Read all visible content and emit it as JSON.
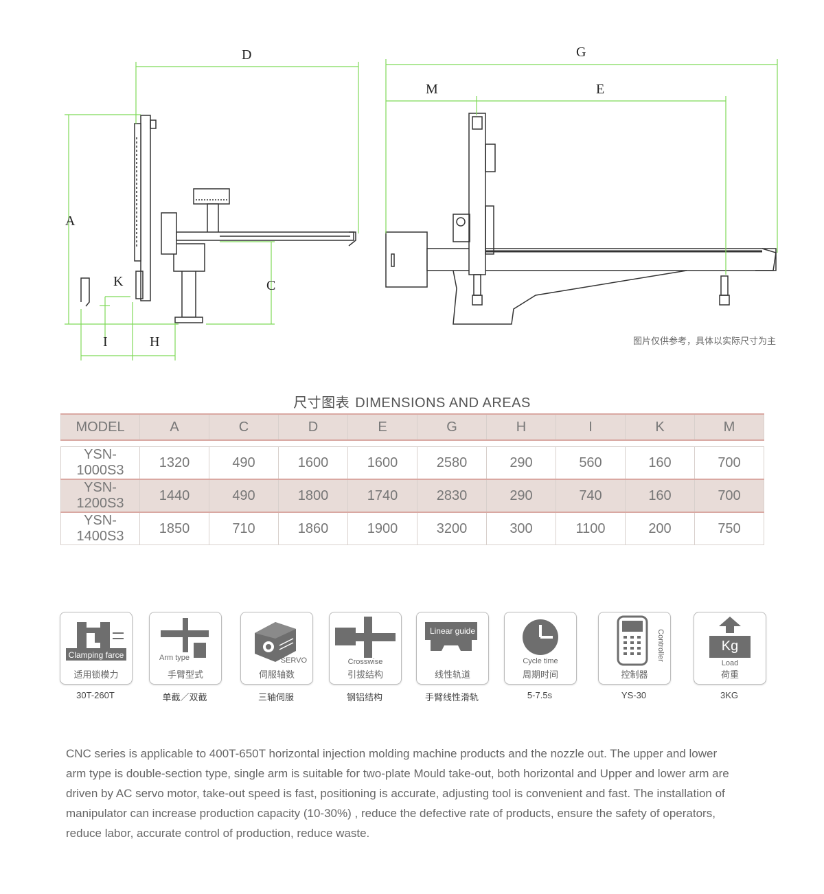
{
  "diagram": {
    "labels": {
      "A": "A",
      "C": "C",
      "D": "D",
      "E": "E",
      "G": "G",
      "H": "H",
      "I": "I",
      "K": "K",
      "M": "M"
    },
    "note": "图片仅供参考，具体以实际尺寸为主"
  },
  "table": {
    "title_zh": "尺寸图表",
    "title_en": "DIMENSIONS AND AREAS",
    "headers": [
      "MODEL",
      "A",
      "C",
      "D",
      "E",
      "G",
      "H",
      "I",
      "K",
      "M"
    ],
    "rows": [
      [
        "YSN-1000S3",
        "1320",
        "490",
        "1600",
        "1600",
        "2580",
        "290",
        "560",
        "160",
        "700"
      ],
      [
        "YSN-1200S3",
        "1440",
        "490",
        "1800",
        "1740",
        "2830",
        "290",
        "740",
        "160",
        "700"
      ],
      [
        "YSN-1400S3",
        "1850",
        "710",
        "1860",
        "1900",
        "3200",
        "300",
        "1100",
        "200",
        "750"
      ]
    ]
  },
  "features": [
    {
      "icon": "clamping-force-icon",
      "en": "Clamping farce",
      "zh": "适用锁模力",
      "value": "30T-260T"
    },
    {
      "icon": "arm-type-icon",
      "en": "Arm type",
      "zh": "手臂型式",
      "value": "单截／双截"
    },
    {
      "icon": "servo-motor-icon",
      "en": "SERVO",
      "zh": "伺服轴数",
      "value": "三轴伺服"
    },
    {
      "icon": "crosswise-icon",
      "en": "Crosswise",
      "zh": "引拔结构",
      "value": "钢铝结构"
    },
    {
      "icon": "linear-guide-icon",
      "en": "Linear guide",
      "zh": "线性轨道",
      "value": "手臂线性滑轨"
    },
    {
      "icon": "clock-icon",
      "en": "Cycle time",
      "zh": "周期时间",
      "value": "5-7.5s"
    },
    {
      "icon": "controller-icon",
      "en": "Controller",
      "zh": "控制器",
      "value": "YS-30"
    },
    {
      "icon": "load-weight-icon",
      "en": "Load",
      "zh": "荷重",
      "kg": "Kg",
      "value": "3KG"
    }
  ],
  "description": "CNC series is applicable to 400T-650T horizontal injection molding machine products and the nozzle out. The upper and lower arm type is double-section type, single arm is suitable for two-plate Mould take-out, both horizontal and Upper and lower arm are driven by AC servo motor, take-out speed is fast, positioning is accurate, adjusting tool is convenient and fast. The installation of manipulator can increase production capacity (10-30%) , reduce the defective rate of products, ensure the safety of operators, reduce labor, accurate control of production, reduce waste.",
  "colors": {
    "dimension_line": "#7ed957",
    "header_bg": "#e8dcd8",
    "header_border": "#d9a8a2",
    "icon_gray": "#6e6e6e"
  }
}
